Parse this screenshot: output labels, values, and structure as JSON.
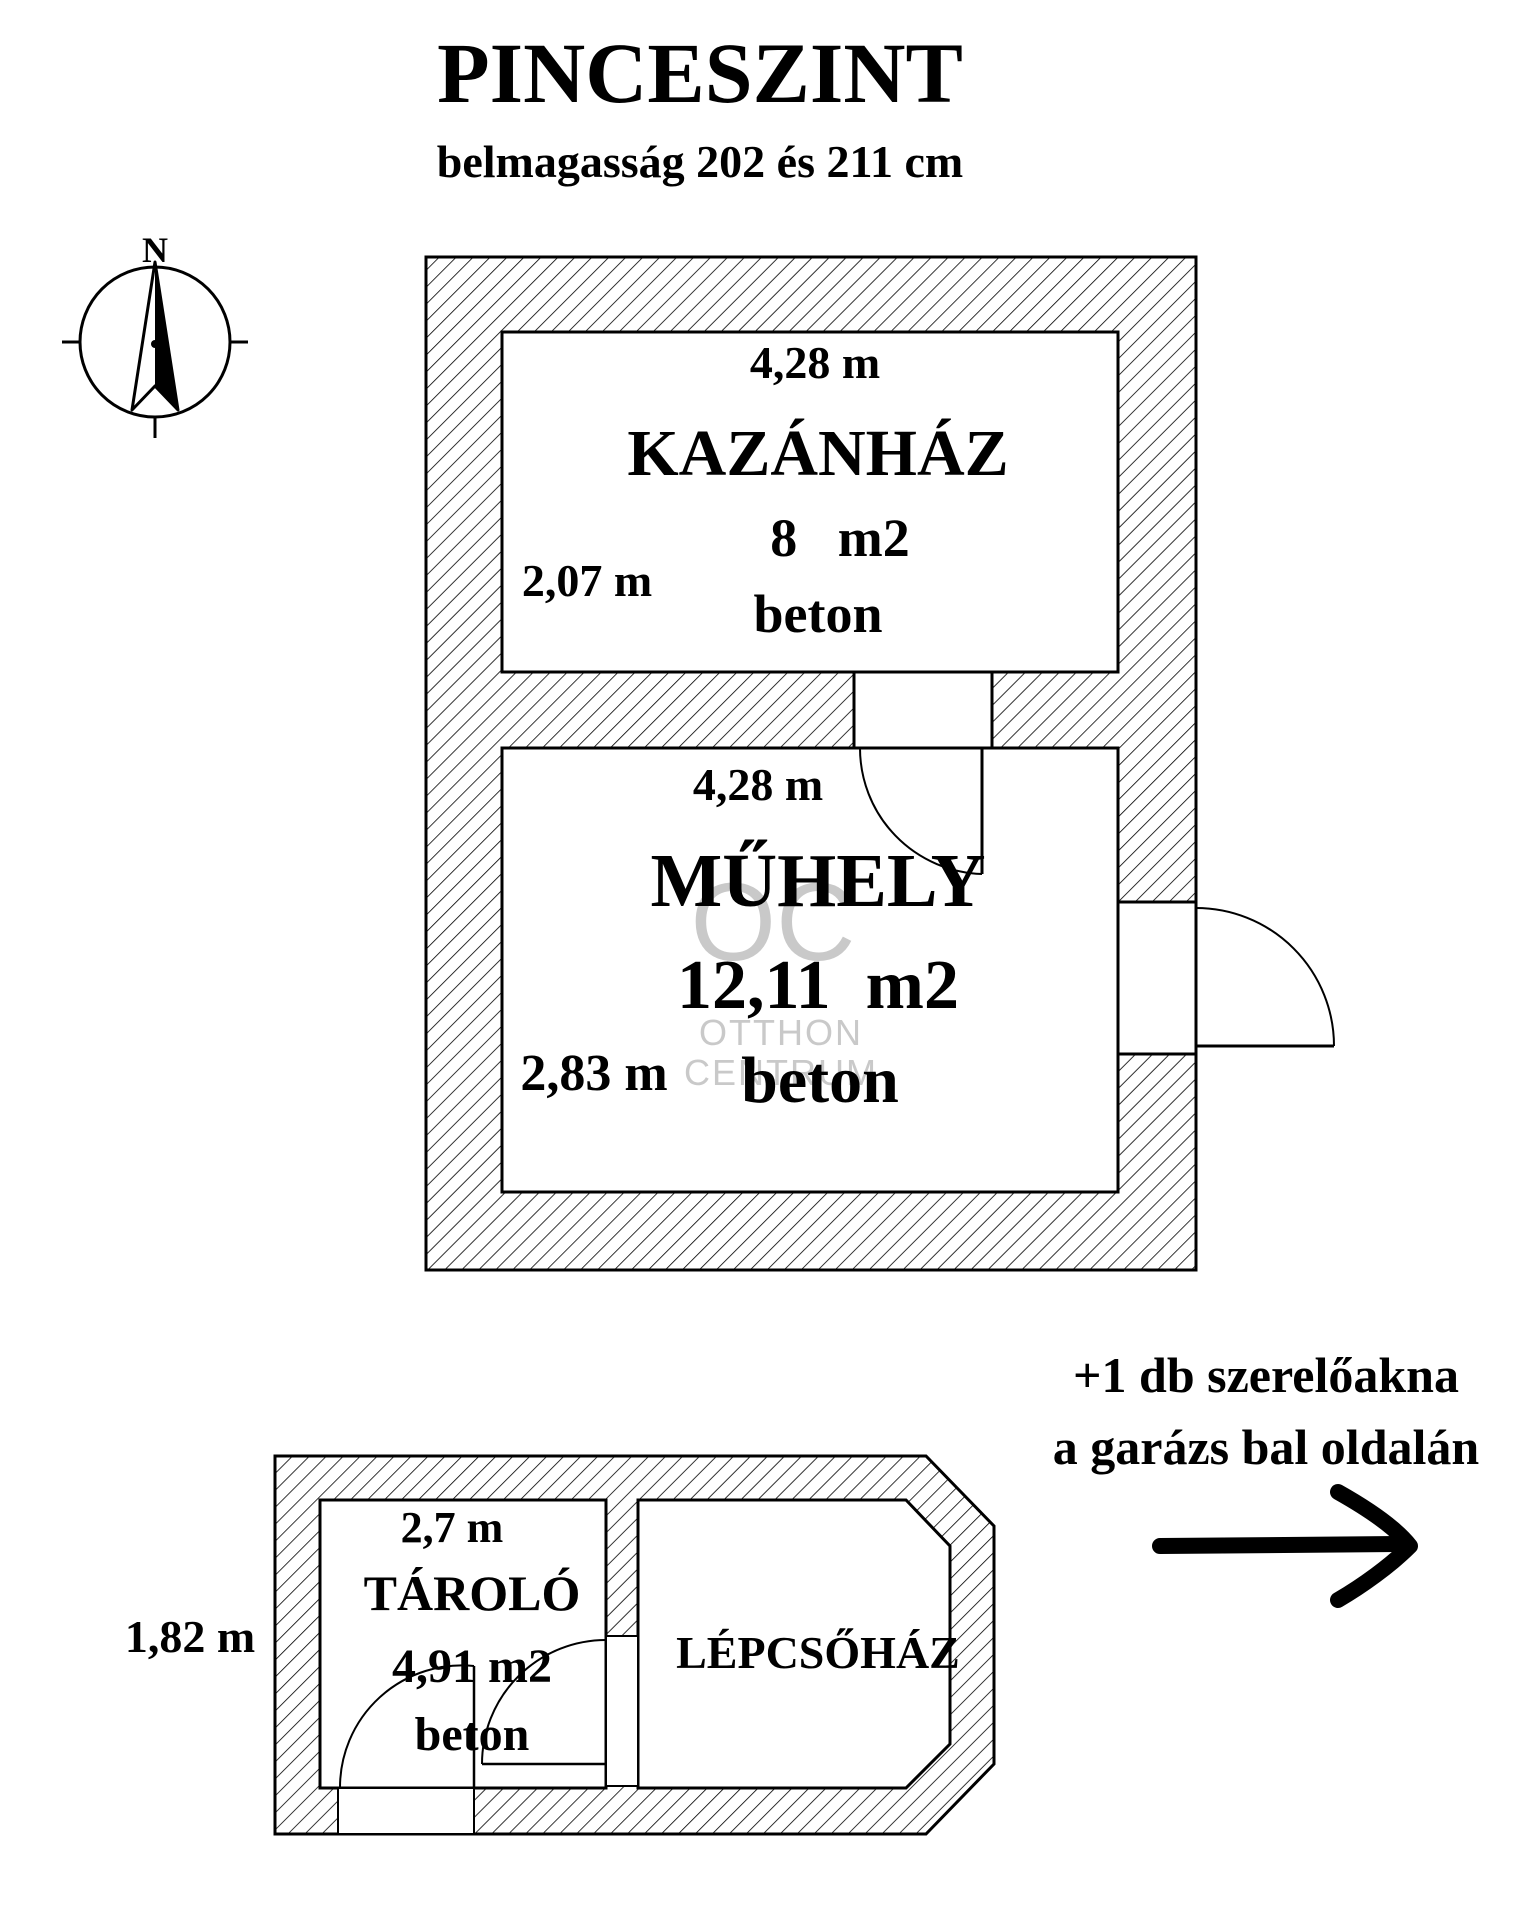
{
  "title": "PINCESZINT",
  "subtitle": "belmagasság 202 és 211 cm",
  "compass": {
    "north_label": "N",
    "icon": "compass-north-arrow-icon"
  },
  "rooms": {
    "kazanhaz": {
      "width_label": "4,28 m",
      "name": "KAZÁNHÁZ",
      "area": "8   m2",
      "floor": "beton",
      "height_label": "2,07 m"
    },
    "muhely": {
      "width_label": "4,28 m",
      "name": "MŰHELY",
      "area": "12,11  m2",
      "floor": "beton",
      "height_label": "2,83 m"
    },
    "tarolo": {
      "width_label": "2,7 m",
      "name": "TÁROLÓ",
      "area": "4,91 m2",
      "floor": "beton",
      "height_label": "1,82 m"
    },
    "lepcsohaz": {
      "name": "LÉPCSŐHÁZ"
    }
  },
  "note": {
    "line1": "+1 db szerelőakna",
    "line2": "a garázs bal oldalán",
    "icon": "arrow-right-icon"
  },
  "watermark": {
    "logo_text": "OC",
    "line1": "OTTHON",
    "line2": "CENTRUM"
  }
}
